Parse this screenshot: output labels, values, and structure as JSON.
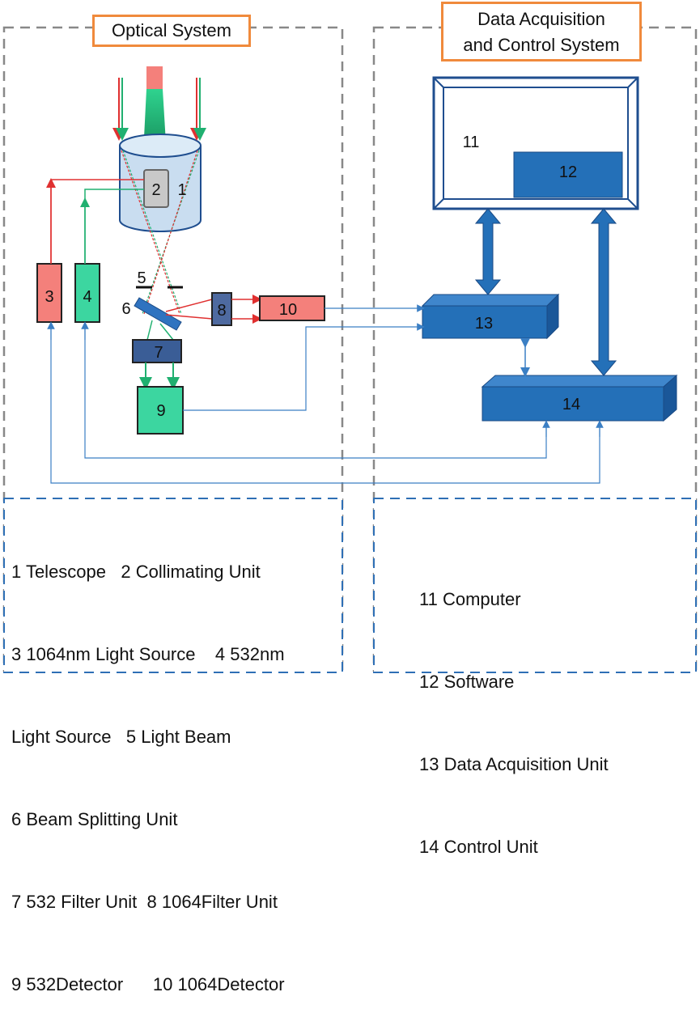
{
  "sections": {
    "optical_title": "Optical System",
    "daq_title_line1": "Data Acquisition",
    "daq_title_line2": "and Control System"
  },
  "components": {
    "c1": "1",
    "c2": "2",
    "c3": "3",
    "c4": "4",
    "c5": "5",
    "c6": "6",
    "c7": "7",
    "c8": "8",
    "c9": "9",
    "c10": "10",
    "c11": "11",
    "c12": "12",
    "c13": "13",
    "c14": "14"
  },
  "legend_left": [
    "1 Telescope   2 Collimating Unit",
    "3 1064nm Light Source    4 532nm",
    "Light Source   5 Light Beam",
    "6 Beam Splitting Unit",
    "7 532 Filter Unit  8 1064Filter Unit",
    "9 532Detector      10 1064Detector"
  ],
  "legend_right": [
    "11 Computer",
    "12 Software",
    "13 Data Acquisition Unit",
    "14 Control Unit"
  ],
  "colors": {
    "red_beam": "#f4807b",
    "green_beam": "#3cd6a0",
    "blue_block": "#2470b8",
    "dark_block": "#3a5d96",
    "orange_border": "#f08a3c",
    "frame_blue": "#1f4e8f"
  }
}
